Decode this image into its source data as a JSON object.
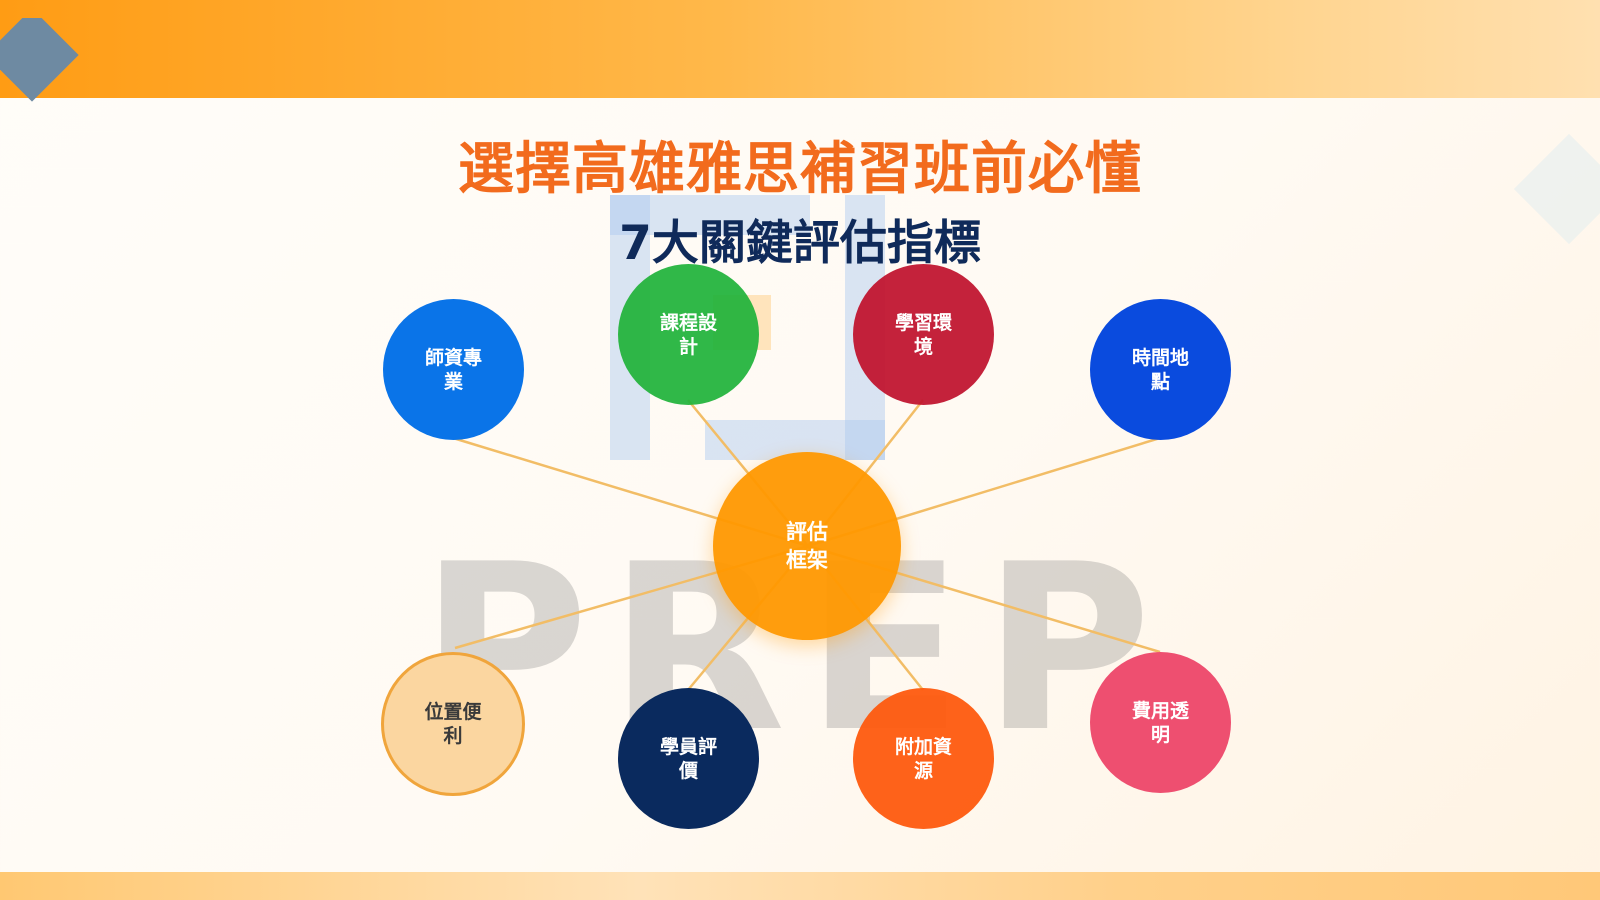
{
  "slide": {
    "title": "選擇高雄雅思補習班前必懂",
    "subtitle": "7大關鍵評估指標",
    "watermark": "PREP"
  },
  "colors": {
    "title": "#f26b1d",
    "subtitle": "#0f2a5a",
    "connector": "#f2bd66",
    "center": "#ff9800"
  },
  "diagram": {
    "center": {
      "label": "評估框架",
      "color": "#ff9800"
    },
    "nodes": [
      {
        "id": "teacher",
        "label": "師資專業",
        "color": "#0a74e8"
      },
      {
        "id": "course",
        "label": "課程設計",
        "color": "#20b33a"
      },
      {
        "id": "environment",
        "label": "學習環境",
        "color": "#c0112c"
      },
      {
        "id": "time",
        "label": "時間地點",
        "color": "#0a4bde"
      },
      {
        "id": "location",
        "label": "位置便利",
        "color": "#fbd6a0"
      },
      {
        "id": "reviews",
        "label": "學員評價",
        "color": "#0a2a5e"
      },
      {
        "id": "resources",
        "label": "附加資源",
        "color": "#fe5a0e"
      },
      {
        "id": "fees",
        "label": "費用透明",
        "color": "#ee4f70"
      }
    ]
  }
}
